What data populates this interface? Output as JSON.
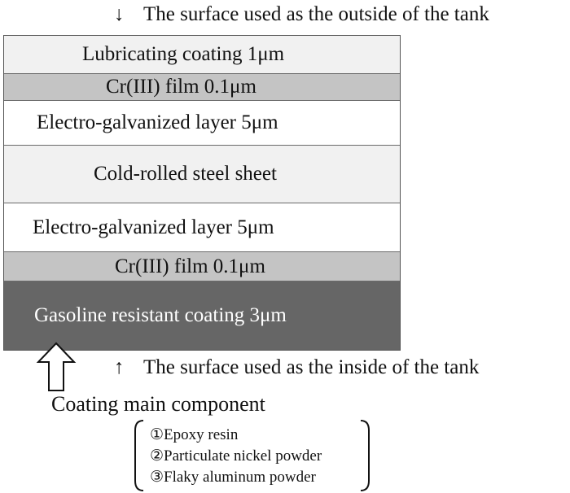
{
  "top_note": {
    "arrow": "↓",
    "text": "The surface used as the outside of the tank"
  },
  "layers": [
    {
      "label": "Lubricating coating 1μm"
    },
    {
      "label": "Cr(III) film 0.1μm"
    },
    {
      "label": "Electro-galvanized layer 5μm"
    },
    {
      "label": "Cold-rolled steel sheet"
    },
    {
      "label": "Electro-galvanized layer 5μm"
    },
    {
      "label": "Cr(III) film 0.1μm"
    },
    {
      "label": "Gasoline resistant coating 3μm"
    }
  ],
  "bottom_note": {
    "arrow": "↑",
    "text": "The surface used as the inside of the tank"
  },
  "coating": {
    "title": "Coating main component",
    "components": [
      "①Epoxy resin",
      "②Particulate nickel powder",
      "③Flaky aluminum powder"
    ]
  },
  "colors": {
    "light_layer": "#f1f1f1",
    "film_layer": "#c4c4c4",
    "white_layer": "#ffffff",
    "dark_layer": "#666666"
  }
}
